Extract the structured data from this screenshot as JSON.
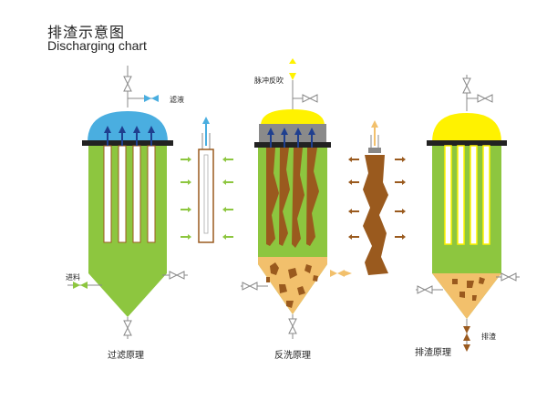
{
  "title": {
    "cn": "排渣示意图",
    "en": "Discharging chart"
  },
  "labels": {
    "filtrate": "滤液",
    "feed": "进料",
    "pulse_backwash": "脉冲反吹",
    "discharge": "排渣"
  },
  "captions": {
    "filtration": "过滤原理",
    "backwash": "反洗原理",
    "discharge": "排渣原理"
  },
  "colors": {
    "green": "#8dc63f",
    "blue_dome": "#4aaee0",
    "grey_dome": "#8a8a8a",
    "yellow_dome": "#fff200",
    "cake_brown": "#9a5a1e",
    "sand": "#f2c06c",
    "flange": "#222222",
    "arrow_blue": "#1f3f8f",
    "arrow_green": "#8dc63f",
    "arrow_brown": "#9a5a1e",
    "valve_grey": "#888888"
  }
}
